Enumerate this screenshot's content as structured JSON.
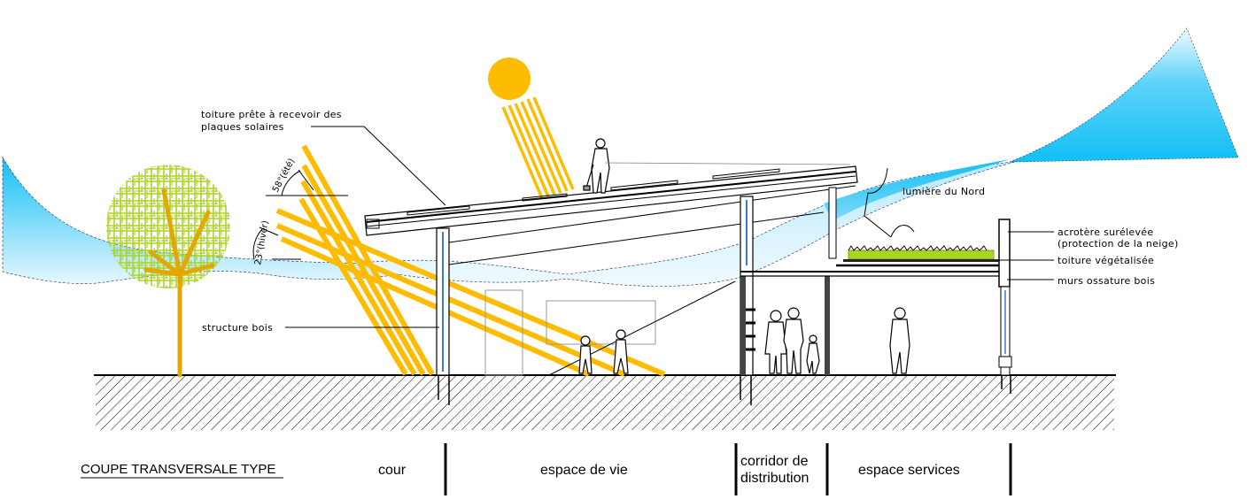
{
  "title": "COUPE TRANSVERSALE TYPE",
  "colors": {
    "sun": "#FDBC00",
    "sun_rays": "#FDBC00",
    "wind_blue": "#12BFF5",
    "wind_light": "#D9F3FD",
    "tree_foliage": "#A8D21E",
    "tree_trunk": "#E2A800",
    "green_roof": "#A8D81E",
    "ground_line": "#000000"
  },
  "annotations": {
    "roof_solar_line1": "toiture prête à recevoir des",
    "roof_solar_line2": "plaques solaires",
    "summer_angle": "58°(été)",
    "winter_angle": "23°(hiver)",
    "structure": "structure bois",
    "north_light": "lumière du Nord",
    "parapet_line1": "acrotère surélevée",
    "parapet_line2": "(protection de la neige)",
    "green_roof": "toiture végétalisée",
    "walls": "murs ossature bois"
  },
  "zones": [
    {
      "label": "cour"
    },
    {
      "label": "espace de vie"
    },
    {
      "label_line1": "corridor de",
      "label_line2": "distribution"
    },
    {
      "label": "espace services"
    }
  ]
}
